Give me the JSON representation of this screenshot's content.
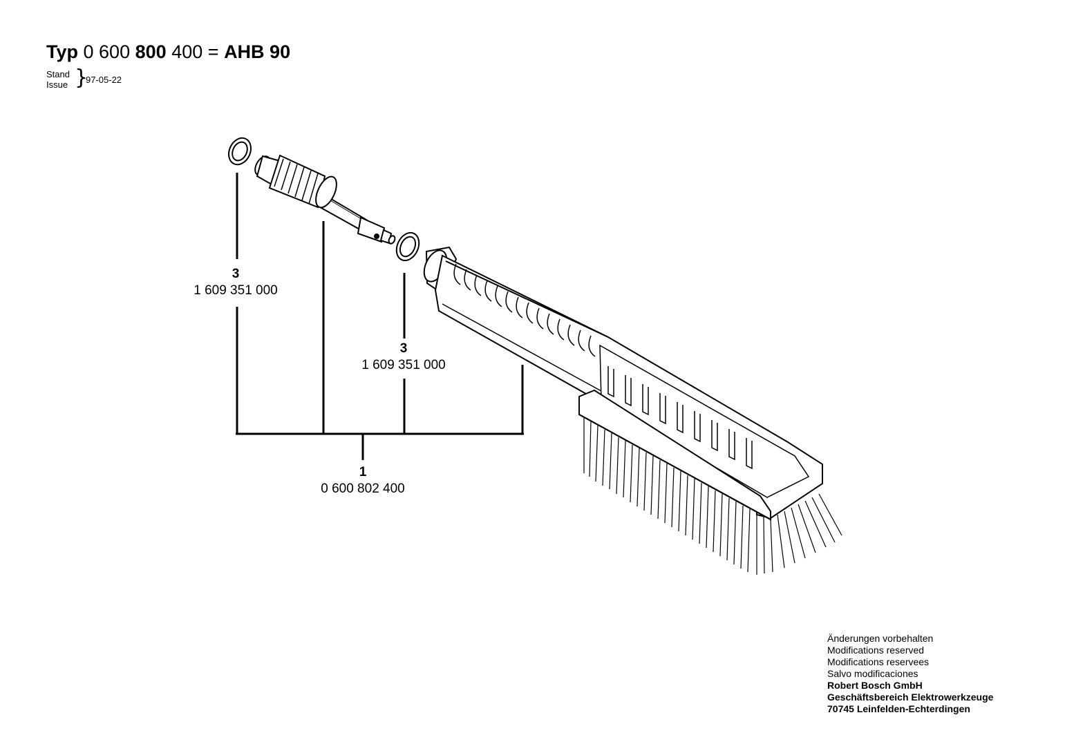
{
  "title": {
    "prefix": "Typ",
    "code_a": "0 600",
    "code_b": "800",
    "code_c": "400",
    "equals": "=",
    "model": "AHB 90"
  },
  "issue": {
    "line1": "Stand",
    "line2": "Issue",
    "date": "97-05-22"
  },
  "callouts": [
    {
      "number": "3",
      "part": "1 609 351 000"
    },
    {
      "number": "3",
      "part": "1 609 351 000"
    },
    {
      "number": "1",
      "part": "0 600 802 400"
    }
  ],
  "footer": {
    "lines": [
      "Änderungen vorbehalten",
      "Modifications reserved",
      "Modifications reservees",
      "Salvo modificaciones"
    ],
    "company_lines": [
      "Robert Bosch GmbH",
      "Geschäftsbereich Elektrowerkzeuge",
      "70745 Leinfelden-Echterdingen"
    ]
  }
}
